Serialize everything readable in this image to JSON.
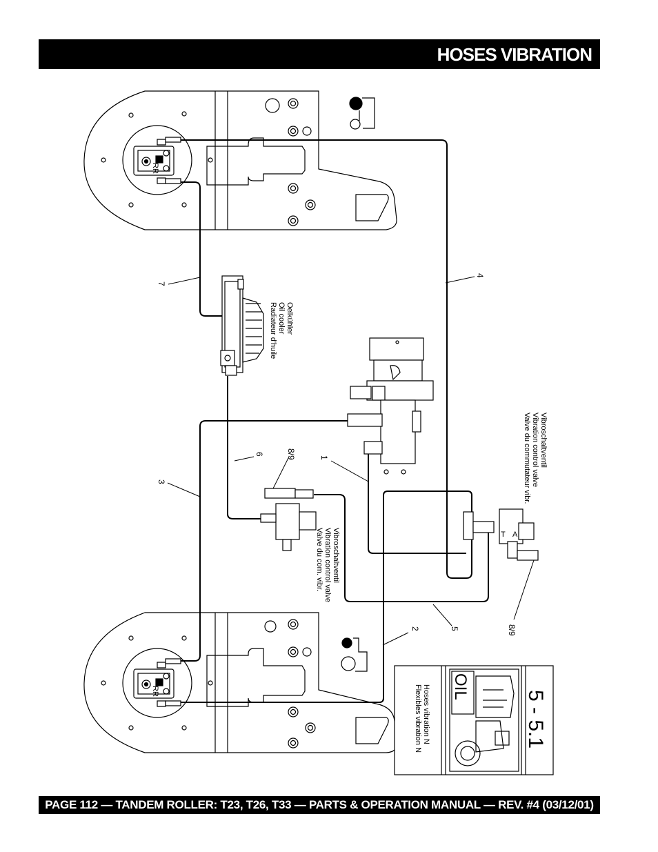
{
  "header": {
    "title": "HOSES VIBRATION"
  },
  "footer": {
    "text": "PAGE 112 — TANDEM ROLLER: T23, T26, T33 — PARTS & OPERATION MANUAL — REV. #4 (03/12/01)"
  },
  "diagram": {
    "hose_numbers": [
      "1",
      "2",
      "3",
      "4",
      "5",
      "6",
      "7",
      "8/9",
      "8/9"
    ],
    "oil_cooler": [
      "Oelkühler",
      "Oil cooler",
      "Radiateur d'huile"
    ],
    "control_valve_upper": [
      "Vibroschaltventil",
      "Vibration control valve",
      "Valve du commutateur vibr."
    ],
    "control_valve_lower": [
      "Vibroschaltventil",
      "Vibration control valve",
      "Valve du com. vibr."
    ],
    "valve_ports": [
      "T",
      "A"
    ],
    "motor_label": "RR",
    "legend_box": {
      "section": "5 - 5.1",
      "oil_badge": "OIL",
      "caption_en": "Hoses vibration  N",
      "caption_fr": "Flexibles vibration  N"
    }
  }
}
